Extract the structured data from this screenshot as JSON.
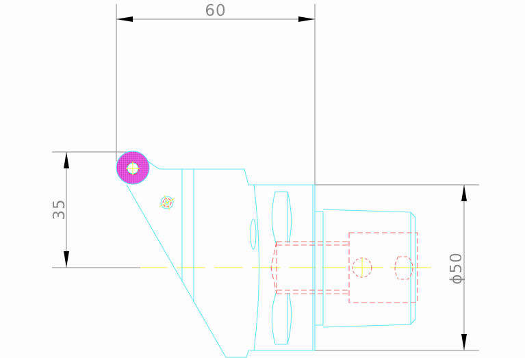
{
  "drawing": {
    "type": "CAD technical drawing - tool holder side view",
    "background": "#fcfdfc",
    "colors": {
      "outline": "#66e6f0",
      "hidden": "#ee7777",
      "centerline": "#f0f060",
      "dimension": "#777777",
      "hatch": "#e040d0"
    }
  },
  "dimensions": {
    "top_width": {
      "label": "60",
      "orientation": "horizontal"
    },
    "left_height": {
      "label": "35",
      "orientation": "vertical"
    },
    "right_diameter": {
      "label": "ϕ50",
      "orientation": "vertical"
    }
  }
}
